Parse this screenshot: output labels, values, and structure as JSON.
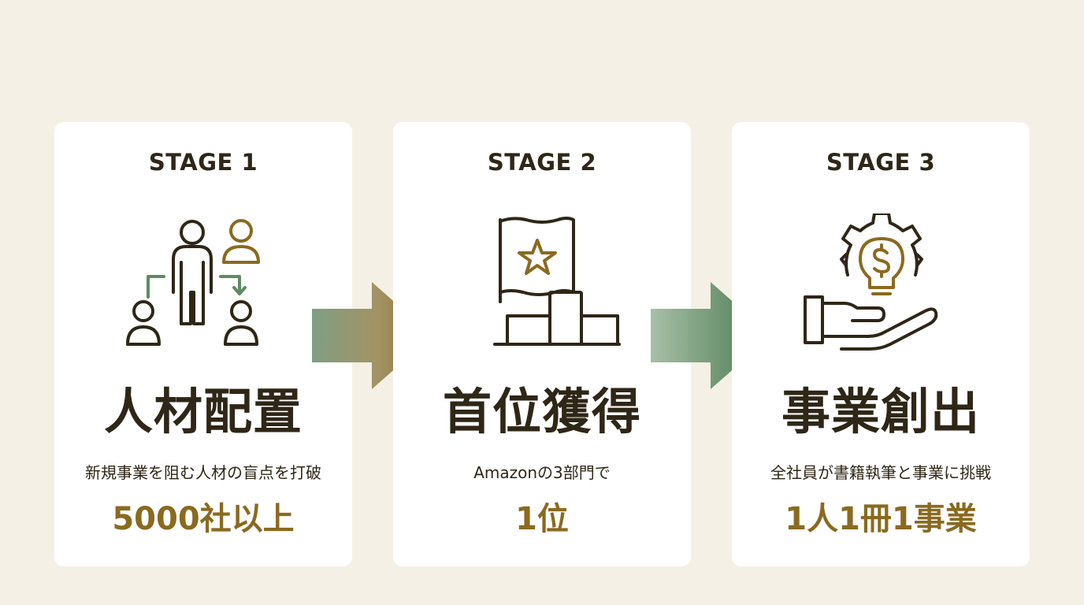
{
  "stages": [
    {
      "stage_label": "STAGE 1",
      "icon": "people-reassignment-icon",
      "title": "人材配置",
      "description": "新規事業を阻む人材の盲点を打破",
      "highlight": "5000社以上"
    },
    {
      "stage_label": "STAGE 2",
      "icon": "flag-podium-icon",
      "title": "首位獲得",
      "description": "Amazonの3部門で",
      "highlight": "1位"
    },
    {
      "stage_label": "STAGE 3",
      "icon": "hand-lightbulb-gear-icon",
      "title": "事業創出",
      "description": "全社員が書籍執筆と事業に挑戦",
      "highlight": "1人1冊1事業"
    }
  ],
  "colors": {
    "background": "#f5f0e5",
    "card": "#ffffff",
    "text_dark": "#2e2617",
    "accent_gold": "#8a6a1f",
    "accent_green": "#5f8a63"
  }
}
